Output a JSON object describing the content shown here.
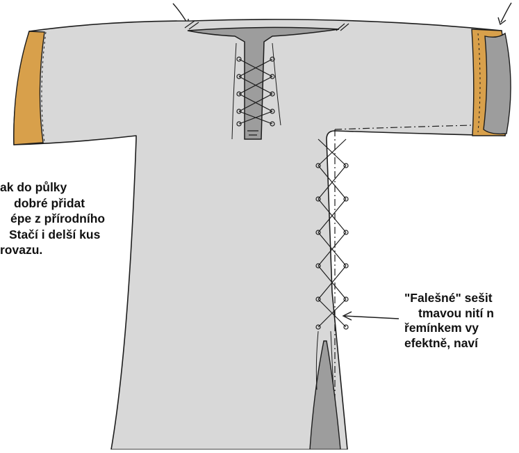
{
  "colors": {
    "fabric": "#d8d8d8",
    "cuff_band": "#d8a04b",
    "shadow": "#9d9d9d",
    "outline": "#1c1c1c"
  },
  "notes": {
    "left": [
      "ak do půlky",
      "dobré přidat",
      "épe z přírodního",
      "Stačí i delší kus",
      "rovazu."
    ],
    "right": [
      "\"Falešné\" sešit",
      "tmavou nití n",
      "řemínkem vy",
      "efektně, naví"
    ]
  }
}
